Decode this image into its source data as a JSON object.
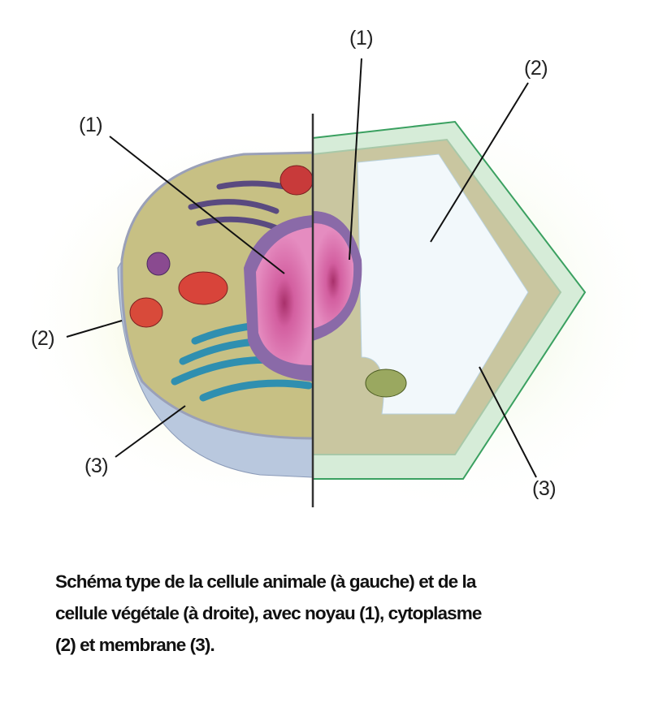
{
  "diagram": {
    "labels": {
      "animal_nucleus": "(1)",
      "animal_cytoplasm": "(2)",
      "animal_membrane": "(3)",
      "plant_nucleus": "(1)",
      "plant_cytoplasm": "(2)",
      "plant_membrane": "(3)"
    },
    "colors": {
      "nucleus": "#d86aa8",
      "cytoplasm_animal": "#c8c48a",
      "golgi": "#2f8fb0",
      "plant_wall": "#d8eee0",
      "vacuole": "#f2f8fb"
    }
  },
  "caption": {
    "line1": "Schéma type de la cellule animale (à gauche) et de la",
    "line2": "cellule végétale (à droite), avec noyau (1), cytoplasme",
    "line3": "(2) et membrane (3)."
  }
}
